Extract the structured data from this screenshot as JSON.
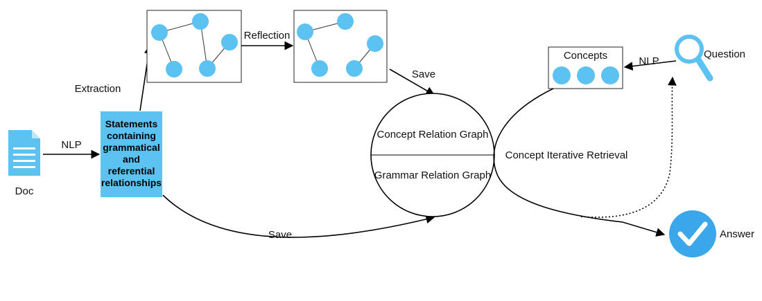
{
  "labels": {
    "doc": "Doc",
    "nlp_left": "NLP",
    "statements": [
      "Statements",
      "containing",
      "grammatical",
      "and",
      "referential",
      "relationships"
    ],
    "extraction": "Extraction",
    "reflection": "Reflection",
    "save_top": "Save",
    "save_bottom": "Save",
    "concept_graph": "Concept Relation Graph",
    "grammar_graph": "Grammar Relation Graph",
    "concepts": "Concepts",
    "nlp_right": "NLP",
    "question": "Question",
    "iterative_retrieval": "Concept Iterative Retrieval",
    "answer": "Answer"
  },
  "colors": {
    "accent": "#5bc2f2",
    "statements_fill": "#5bc2f2",
    "doc_icon": "#5bc2f2",
    "answer_icon": "#3aa7ea",
    "question_icon": "#5bc2f2",
    "line": "#000000"
  },
  "icons": {
    "doc": "document-icon",
    "question": "magnifier-icon",
    "answer": "checkmark-icon"
  }
}
